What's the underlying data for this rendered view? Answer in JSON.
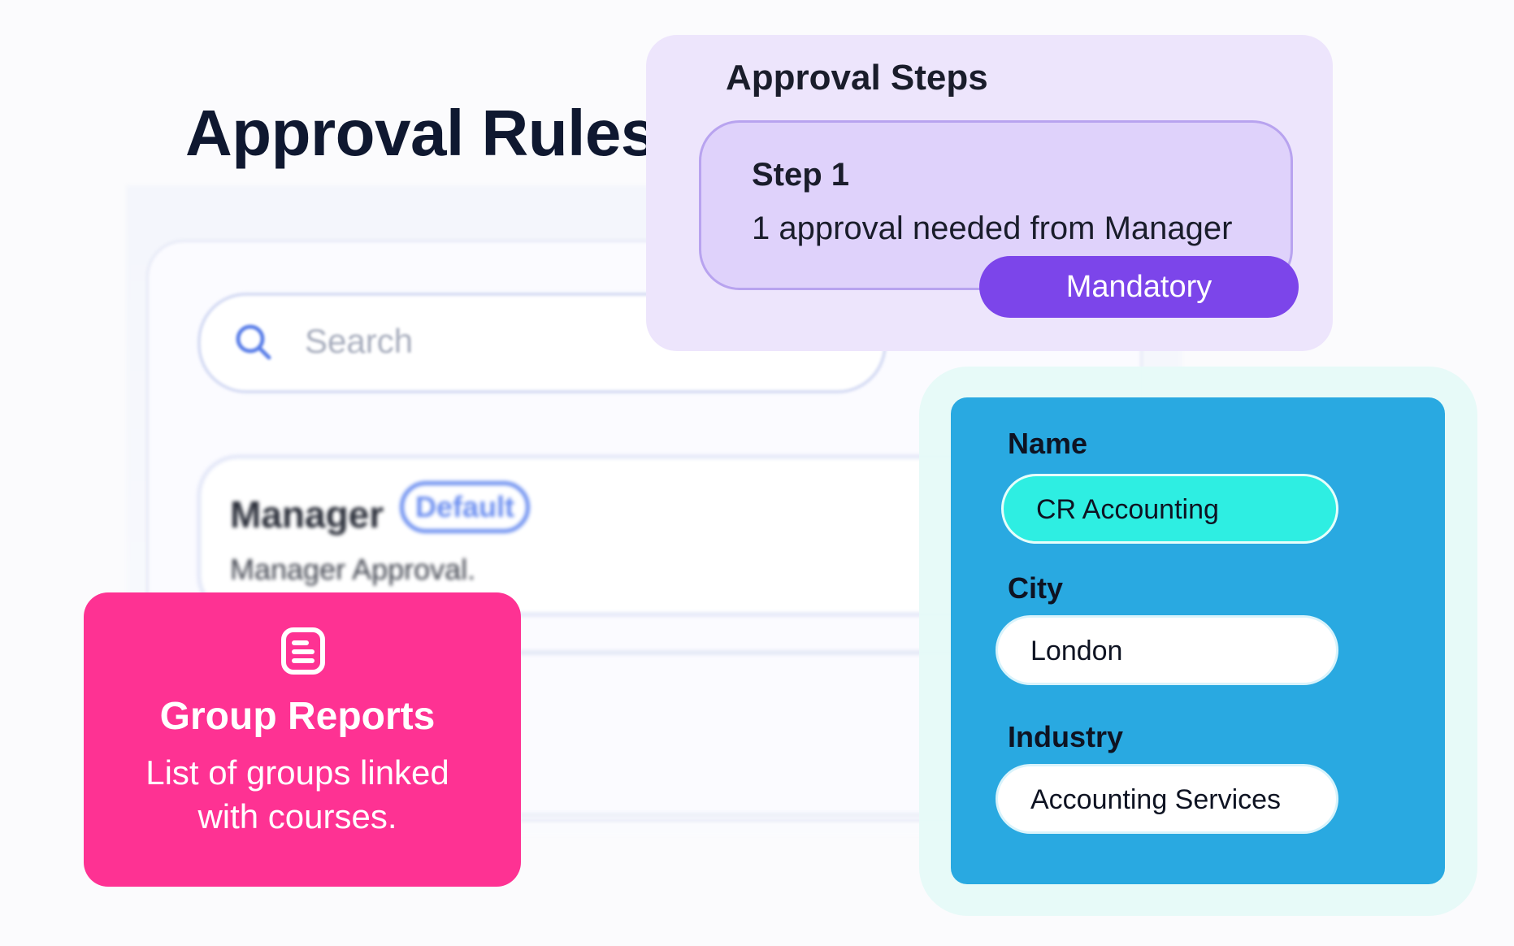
{
  "page": {
    "title": "Approval Rules"
  },
  "search": {
    "placeholder": "Search"
  },
  "manager_rule": {
    "name": "Manager",
    "badge": "Default",
    "description": "Manager Approval."
  },
  "approval_steps": {
    "title": "Approval Steps",
    "step_label": "Step 1",
    "step_description": "1 approval needed from Manager",
    "badge": "Mandatory",
    "badge_color": "#7c45ea"
  },
  "company": {
    "name_label": "Name",
    "name_value": "CR Accounting",
    "city_label": "City",
    "city_value": "London",
    "industry_label": "Industry",
    "industry_value": "Accounting Services",
    "card_color": "#29a9e1",
    "highlight_color": "#2eeee2"
  },
  "group_reports": {
    "icon": "document-list-icon",
    "title": "Group Reports",
    "description_line1": "List of groups linked",
    "description_line2": "with courses.",
    "card_color": "#fe3293"
  }
}
